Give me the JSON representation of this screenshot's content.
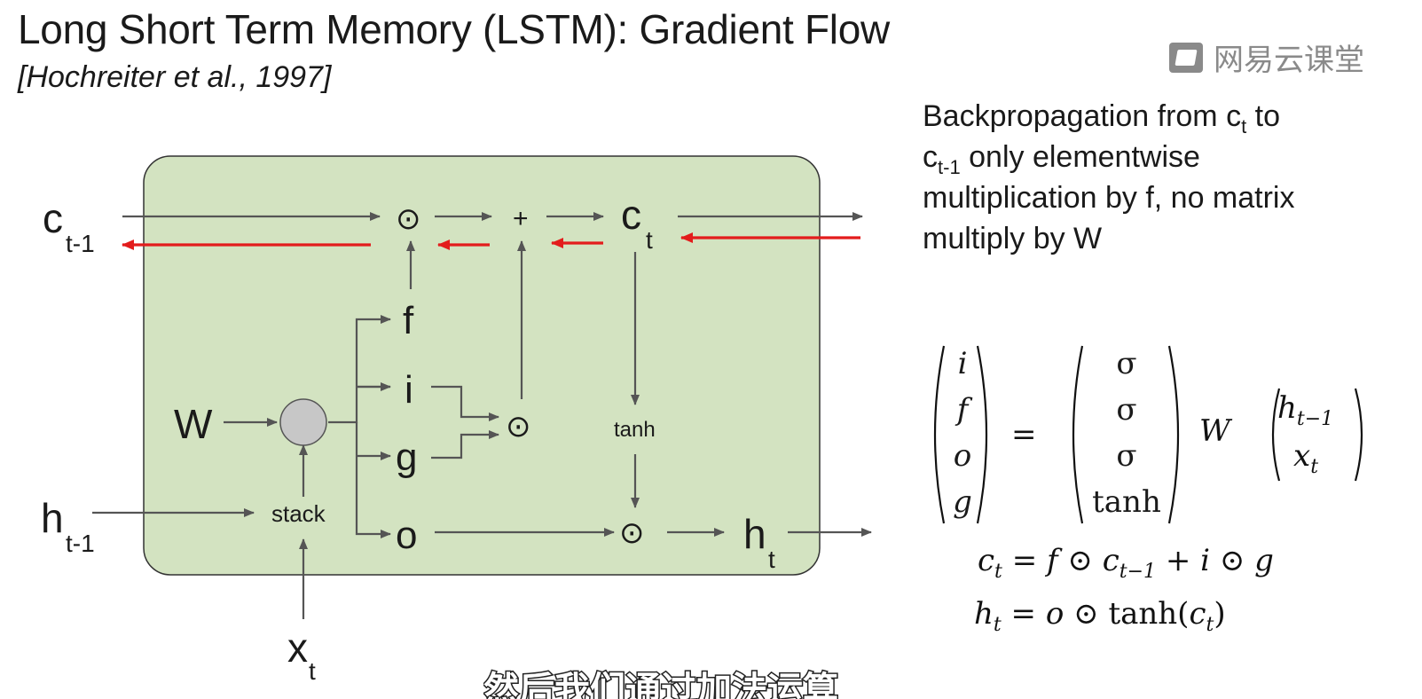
{
  "slide": {
    "title": "Long Short Term Memory (LSTM): Gradient Flow",
    "citation": "[Hochreiter et al., 1997]",
    "watermark": "网易云课堂",
    "note": {
      "line1a": "Backpropagation from c",
      "line1sub": "t",
      "line1b": " to",
      "line2a": "c",
      "line2sub": "t-1",
      "line2b": " only elementwise",
      "line3": "multiplication by f, no matrix",
      "line4": "multiply by W"
    },
    "subtitle": "然后我们通过加法运算"
  },
  "diagram": {
    "cell_color": "#d3e3c1",
    "gradient_color": "#e31c1c",
    "labels": {
      "c_prev": "c",
      "c_prev_sub": "t-1",
      "c_t": "c",
      "c_t_sub": "t",
      "h_prev": "h",
      "h_prev_sub": "t-1",
      "h_t": "h",
      "h_t_sub": "t",
      "x_t": "x",
      "x_t_sub": "t",
      "W": "W",
      "f": "f",
      "i": "i",
      "g": "g",
      "o": "o",
      "stack": "stack",
      "tanh": "tanh",
      "odot": "⊙",
      "plus": "+"
    }
  },
  "equations": {
    "vec_left": [
      "i",
      "f",
      "o",
      "g"
    ],
    "equals": "=",
    "vec_mid": [
      "σ",
      "σ",
      "σ",
      "tanh"
    ],
    "W": "W",
    "vec_right_1": "h",
    "vec_right_1_sub": "t−1",
    "vec_right_2": "x",
    "vec_right_2_sub": "t",
    "ct_line": {
      "lhs": "c",
      "lhs_sub": "t",
      "eq": " = ",
      "f": "f",
      "odot1": " ⊙ ",
      "c": "c",
      "c_sub": "t−1",
      "plus": " + ",
      "i": "i",
      "odot2": " ⊙ ",
      "g": "g"
    },
    "ht_line": {
      "lhs": "h",
      "lhs_sub": "t",
      "eq": " = ",
      "o": "o",
      "odot": " ⊙ ",
      "tanh": "tanh(",
      "c": "c",
      "c_sub": "t",
      "close": ")"
    }
  }
}
